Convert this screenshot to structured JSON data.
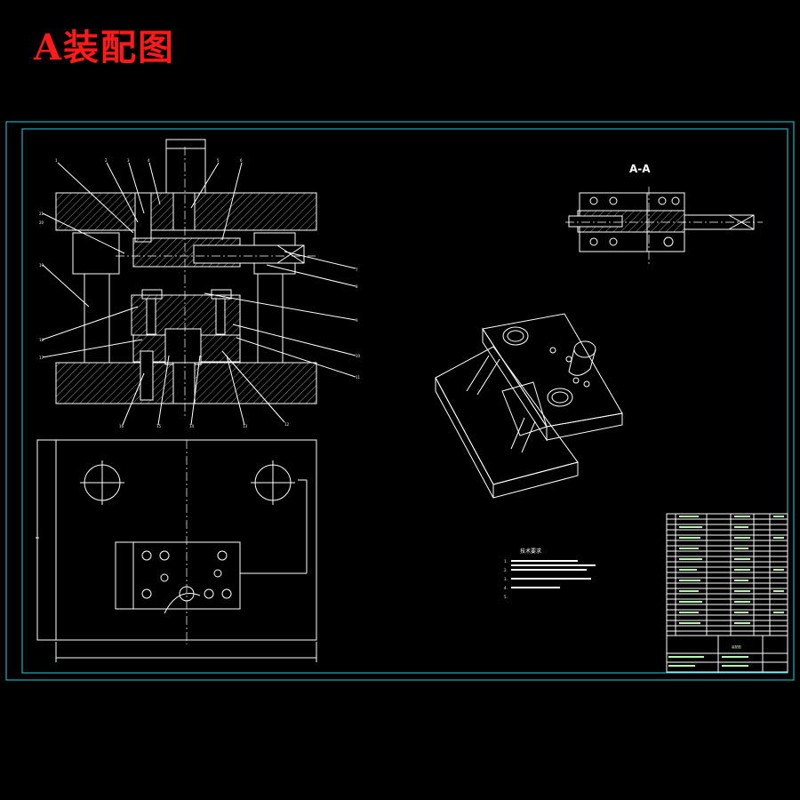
{
  "title": "A装配图",
  "section_label": "A-A",
  "tech_requirements": {
    "heading": "技术要求",
    "items": [
      "1.",
      "2.",
      "3.",
      "4.",
      "5."
    ]
  },
  "title_block": {
    "name": "装配图"
  },
  "colors": {
    "title": "#ff1a1a",
    "frame": "#19d3e0",
    "lines": "#ffffff",
    "table_text": "#b9f7b0"
  }
}
